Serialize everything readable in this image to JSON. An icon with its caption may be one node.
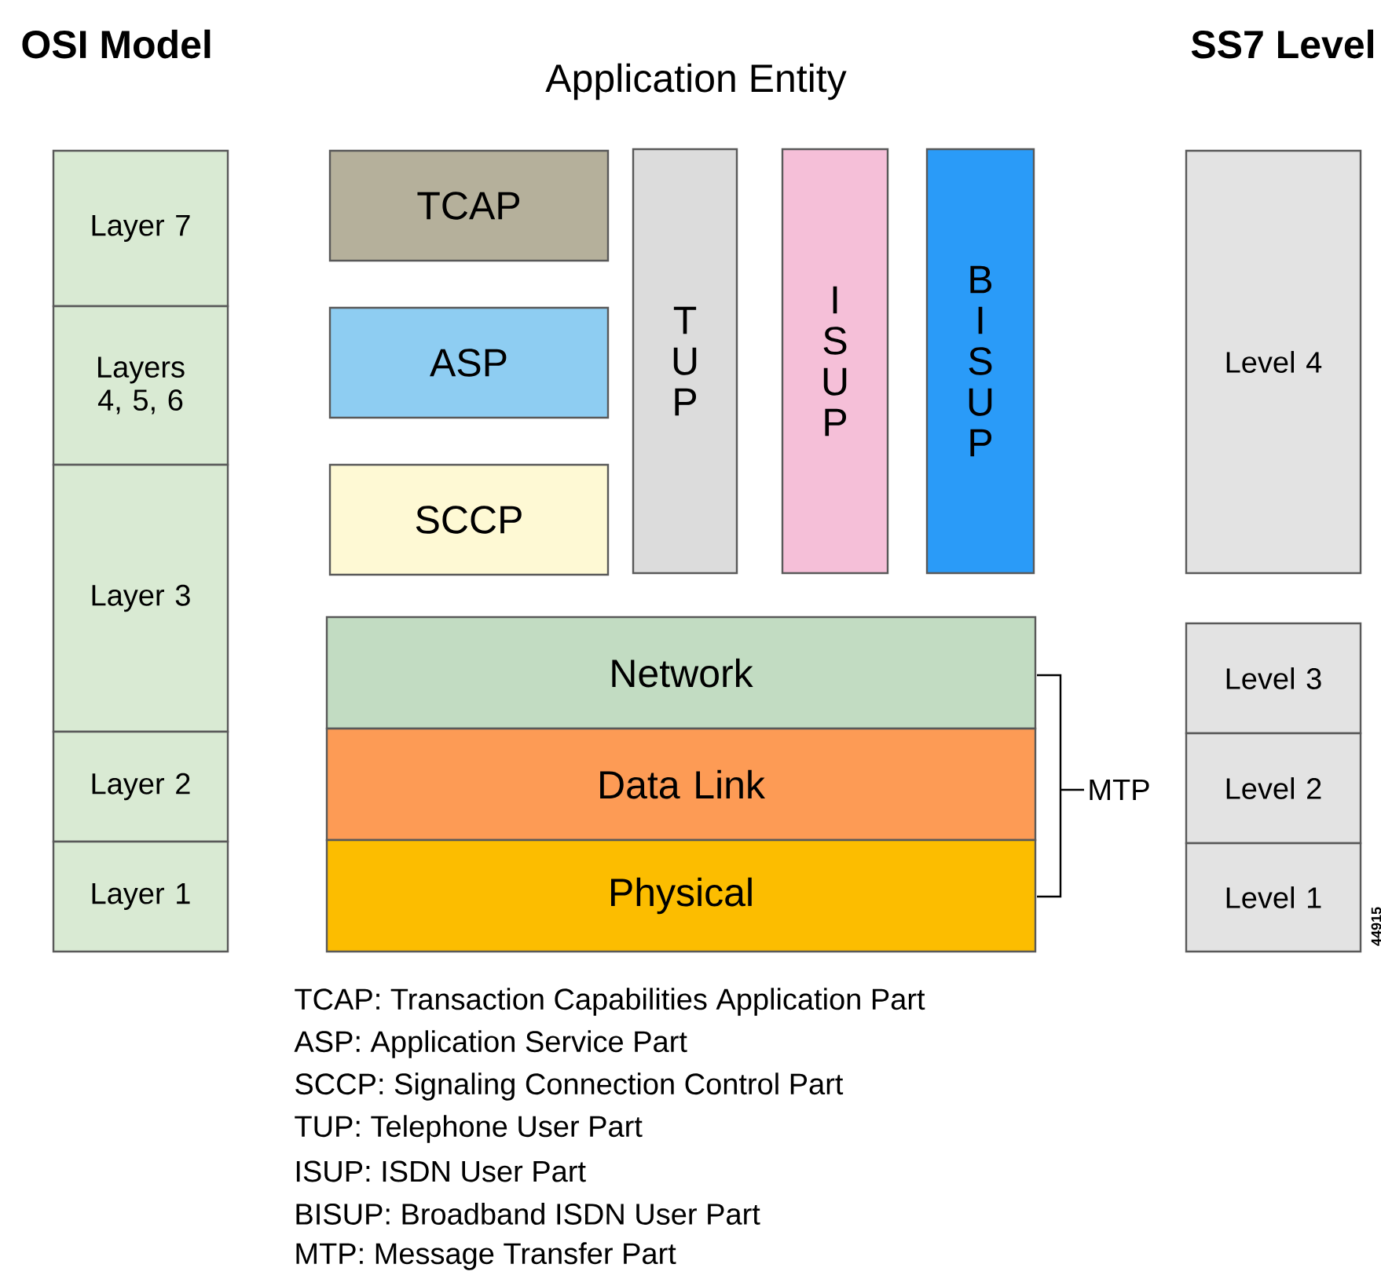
{
  "diagram": {
    "nodes": [
      {
        "text": [
          "Layer 7"
        ]
      },
      {
        "text": [
          "Layers 4, 5, 6"
        ]
      },
      {
        "text": [
          "Layer 3"
        ]
      },
      {
        "text": [
          "Layer 2"
        ]
      },
      {
        "text": [
          "Layer 1"
        ]
      },
      {
        "text": [
          "TCAP"
        ]
      },
      {
        "text": [
          "ASP"
        ]
      },
      {
        "text": [
          "SCCP"
        ]
      },
      {
        "text": [
          "TUP"
        ]
      },
      {
        "text": [
          "ISUP"
        ]
      },
      {
        "text": [
          "BISUP"
        ]
      },
      {
        "text": [
          "Level 4"
        ]
      },
      {
        "text": [
          "Network"
        ]
      },
      {
        "text": [
          "Data Link"
        ]
      },
      {
        "text": [
          "Physical"
        ]
      },
      {
        "text": [
          "Level 3"
        ]
      },
      {
        "text": [
          "Level 2"
        ]
      },
      {
        "text": [
          "Level 1"
        ]
      }
    ],
    "edges": [],
    "labels": [
      "OSI Model",
      "Application Entity",
      "SS7 Level",
      "MTP",
      "44915",
      "TCAP: Transaction Capabilities Application Part",
      "ASP: Application Service Part",
      "SCCP: Signaling Connection Control Part",
      "TUP: Telephone User Part",
      "ISUP: ISDN User Part",
      "BISUP: Broadband ISDN User Part",
      "MTP: Message Transfer Part"
    ]
  }
}
